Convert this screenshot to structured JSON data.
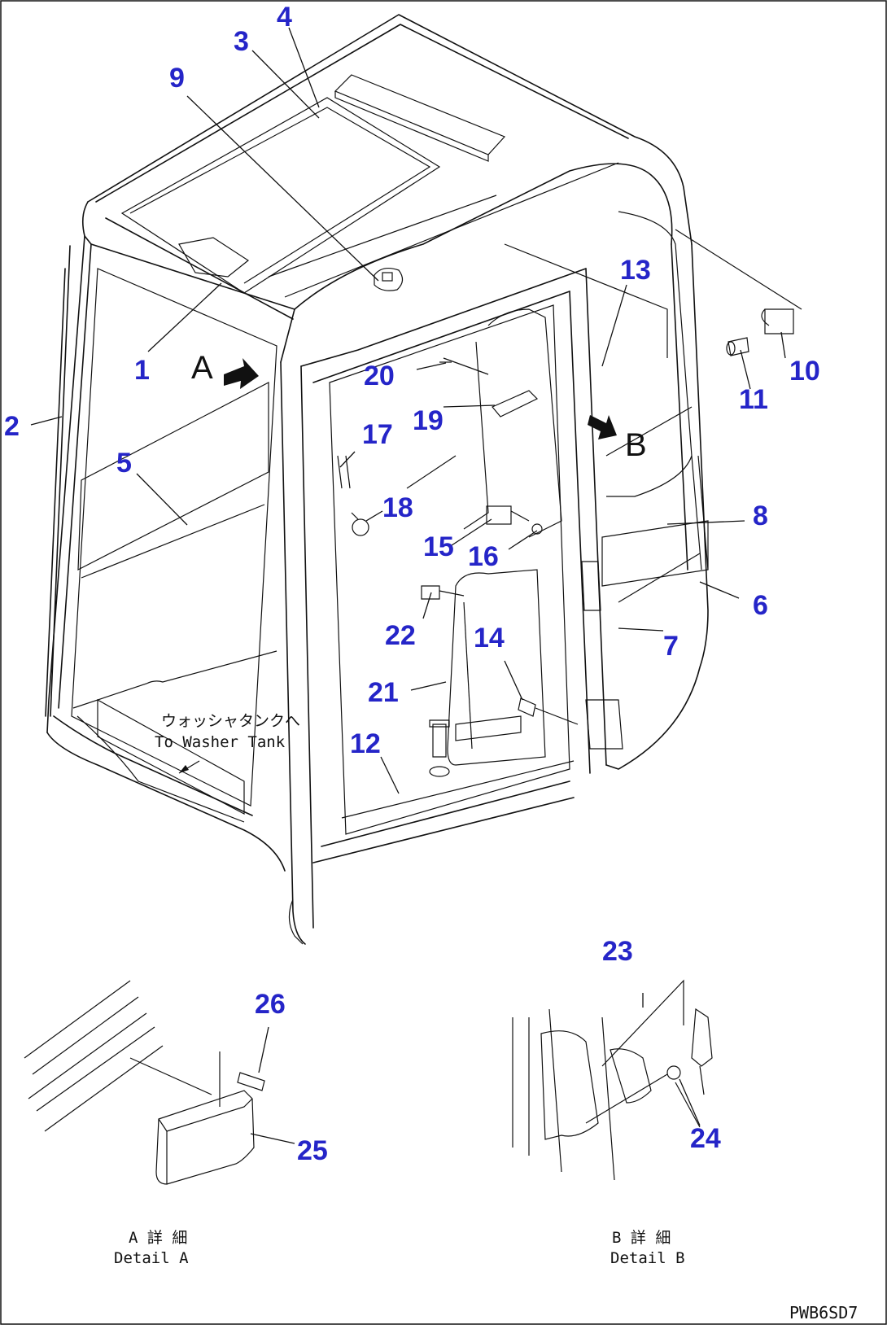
{
  "callouts": [
    {
      "label": "1"
    },
    {
      "label": "2"
    },
    {
      "label": "3"
    },
    {
      "label": "4"
    },
    {
      "label": "5"
    },
    {
      "label": "6"
    },
    {
      "label": "7"
    },
    {
      "label": "8"
    },
    {
      "label": "9"
    },
    {
      "label": "10"
    },
    {
      "label": "11"
    },
    {
      "label": "12"
    },
    {
      "label": "13"
    },
    {
      "label": "14"
    },
    {
      "label": "15"
    },
    {
      "label": "16"
    },
    {
      "label": "17"
    },
    {
      "label": "18"
    },
    {
      "label": "19"
    },
    {
      "label": "20"
    },
    {
      "label": "21"
    },
    {
      "label": "22"
    },
    {
      "label": "23"
    },
    {
      "label": "24"
    },
    {
      "label": "25"
    },
    {
      "label": "26"
    }
  ],
  "view_letters": {
    "a": "A",
    "b": "B"
  },
  "washer_note": {
    "jp": "ウォッシャタンクへ",
    "en": "To Washer Tank"
  },
  "details": {
    "a": {
      "jp": "A 詳 細",
      "en": "Detail A"
    },
    "b": {
      "jp": "B 詳 細",
      "en": "Detail B"
    }
  },
  "drawing_code": "PWB6SD7",
  "colors": {
    "callout": "#2525c8",
    "line": "#111111",
    "background": "#ffffff"
  }
}
